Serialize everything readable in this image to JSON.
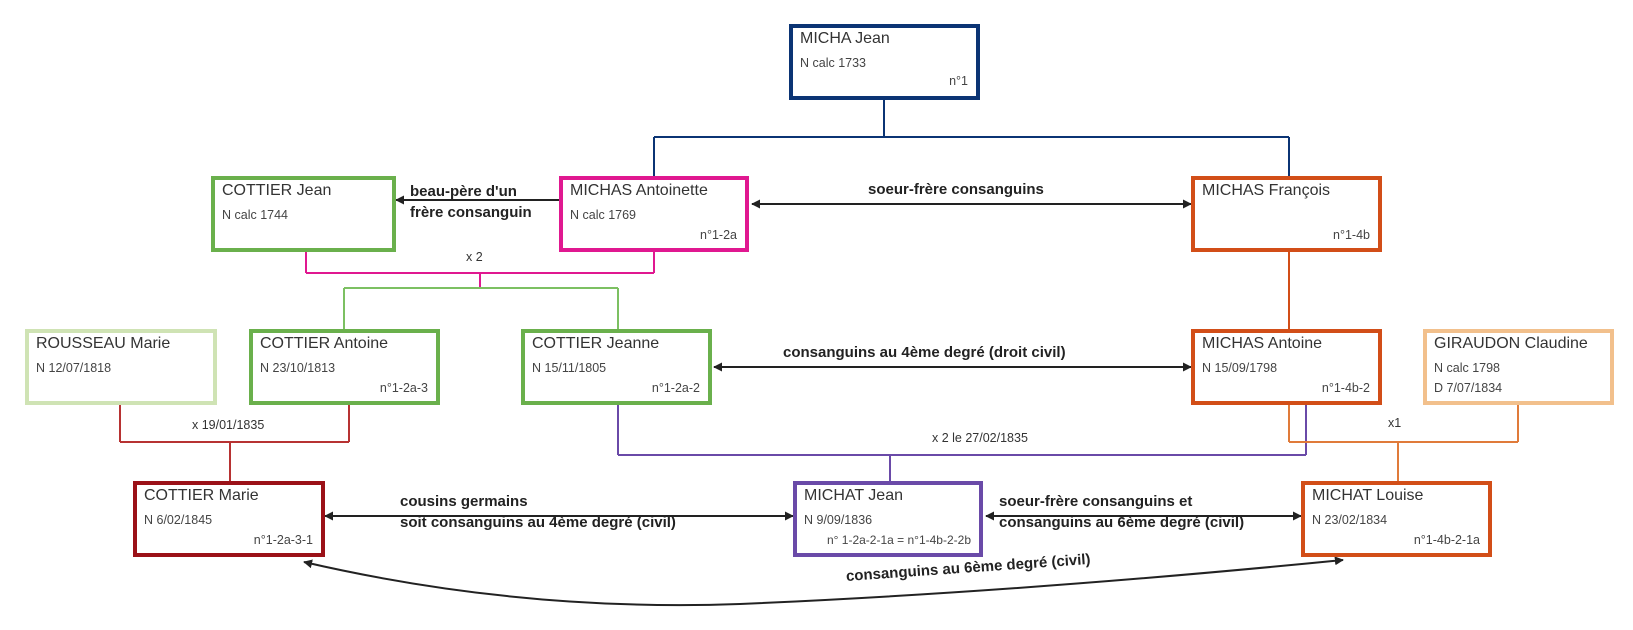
{
  "colors": {
    "navy": "#0b3474",
    "pink": "#e01890",
    "green": "#6ab04c",
    "light_green": "#cfe3b4",
    "orange": "#d24e18",
    "light_orange": "#f2c08c",
    "dark_red": "#9b1118",
    "purple": "#6a4aa8",
    "red_line": "#b73232"
  },
  "persons": {
    "micha_jean": {
      "name": "MICHA Jean",
      "line1": "N calc 1733",
      "ref": "n°1"
    },
    "cottier_jean": {
      "name": "COTTIER Jean",
      "line1": "N calc 1744"
    },
    "michas_antoinette": {
      "name": "MICHAS Antoinette",
      "line1": "N calc 1769",
      "ref": "n°1-2a"
    },
    "michas_francois": {
      "name": "MICHAS François",
      "ref": "n°1-4b"
    },
    "rousseau_marie": {
      "name": "ROUSSEAU Marie",
      "line1": "N 12/07/1818"
    },
    "cottier_antoine": {
      "name": "COTTIER Antoine",
      "line1": "N 23/10/1813",
      "ref": "n°1-2a-3"
    },
    "cottier_jeanne": {
      "name": "COTTIER Jeanne",
      "line1": "N 15/11/1805",
      "ref": "n°1-2a-2"
    },
    "michas_antoine": {
      "name": "MICHAS Antoine",
      "line1": "N 15/09/1798",
      "ref": "n°1-4b-2"
    },
    "giraudon_claudine": {
      "name": "GIRAUDON Claudine",
      "line1": "N calc 1798",
      "line2": "D 7/07/1834"
    },
    "cottier_marie": {
      "name": "COTTIER Marie",
      "line1": "N 6/02/1845",
      "ref": "n°1-2a-3-1"
    },
    "michat_jean": {
      "name": "MICHAT Jean",
      "line1": "N 9/09/1836",
      "ref": "n° 1-2a-2-1a = n°1-4b-2-2b"
    },
    "michat_louise": {
      "name": "MICHAT Louise",
      "line1": "N 23/02/1834",
      "ref": "n°1-4b-2-1a"
    }
  },
  "marriages": {
    "x2_cottier_michas": "x 2",
    "x_rousseau_cottier": "x 19/01/1835",
    "x2_jeanne_antoine": "x 2 le 27/02/1835",
    "x1_antoine_giraudon": "x1"
  },
  "relations": {
    "beau_pere_l1": "beau-père d'un",
    "beau_pere_l2": "frère consanguin",
    "soeur_frere": "soeur-frère consanguins",
    "consanguins_4": "consanguins au 4ème degré (droit civil)",
    "cousins_l1": "cousins germains",
    "cousins_l2": "soit consanguins au 4ème degré (civil)",
    "soeur_frere_6_l1": "soeur-frère consanguins et",
    "soeur_frere_6_l2": "consanguins au 6ème degré (civil)",
    "consanguins_6": "consanguins au 6ème degré (civil)"
  }
}
